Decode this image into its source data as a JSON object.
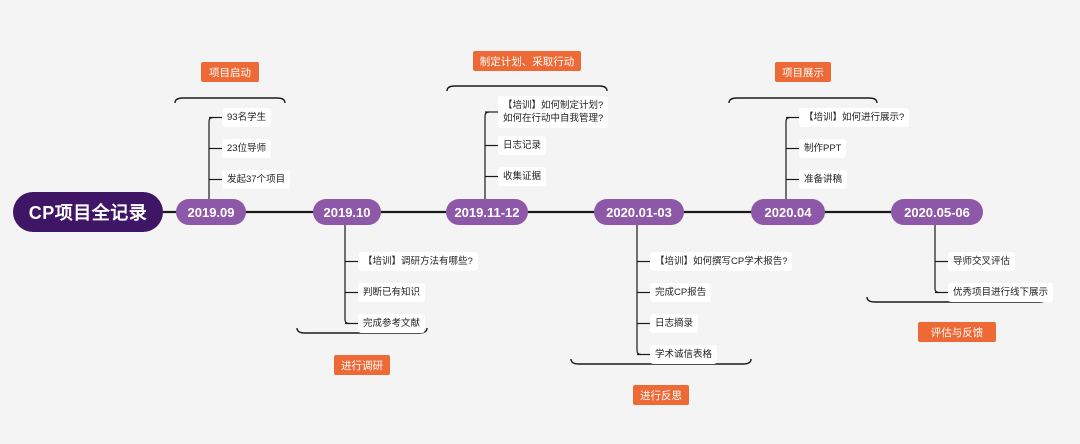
{
  "title": "CP项目全记录",
  "stages": [
    {
      "date": "2019.09",
      "label": "项目启动",
      "items": [
        "93名学生",
        "23位导师",
        "发起37个项目"
      ]
    },
    {
      "date": "2019.10",
      "label": "进行调研",
      "items": [
        "【培训】调研方法有哪些?",
        "判断已有知识",
        "完成参考文献"
      ]
    },
    {
      "date": "2019.11-12",
      "label": "制定计划、采取行动",
      "items": [
        "【培训】如何制定计划?\n如何在行动中自我管理?",
        "日志记录",
        "收集证据"
      ]
    },
    {
      "date": "2020.01-03",
      "label": "进行反思",
      "items": [
        "【培训】如何撰写CP学术报告?",
        "完成CP报告",
        "日志摘录",
        "学术诚信表格"
      ]
    },
    {
      "date": "2020.04",
      "label": "项目展示",
      "items": [
        "【培训】如何进行展示?",
        "制作PPT",
        "准备讲稿"
      ]
    },
    {
      "date": "2020.05-06",
      "label": "评估与反馈",
      "items": [
        "导师交叉评估",
        "优秀项目进行线下展示"
      ]
    }
  ],
  "colors": {
    "root": "#3f1566",
    "node": "#8e58a8",
    "tag": "#ed6a36",
    "line": "#1a1a1a",
    "background": "#f4f4f4"
  }
}
